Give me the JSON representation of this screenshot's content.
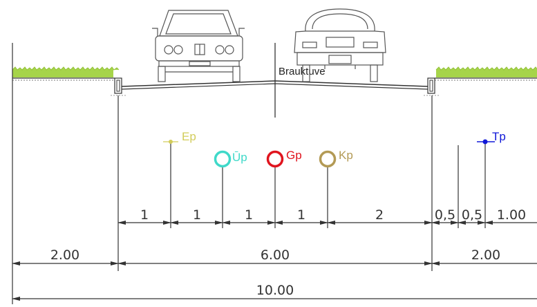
{
  "road_label": "Brauktuve",
  "symbols": {
    "ep": {
      "label": "Ep",
      "color": "#d2cc5a"
    },
    "up": {
      "label": "Ūp",
      "color": "#3fd9c9"
    },
    "gp": {
      "label": "Gp",
      "color": "#e0141e"
    },
    "kp": {
      "label": "Kp",
      "color": "#b39a55"
    },
    "tp": {
      "label": "Tp",
      "color": "#1018d8"
    }
  },
  "dims": {
    "row1": [
      "1",
      "1",
      "1",
      "1",
      "2",
      "0,5",
      "0,5",
      "1.00"
    ],
    "row2": [
      "2.00",
      "6.00",
      "2.00"
    ],
    "row3": [
      "10.00"
    ]
  },
  "colors": {
    "grass": "#a6d44a",
    "lines": "#333333"
  }
}
